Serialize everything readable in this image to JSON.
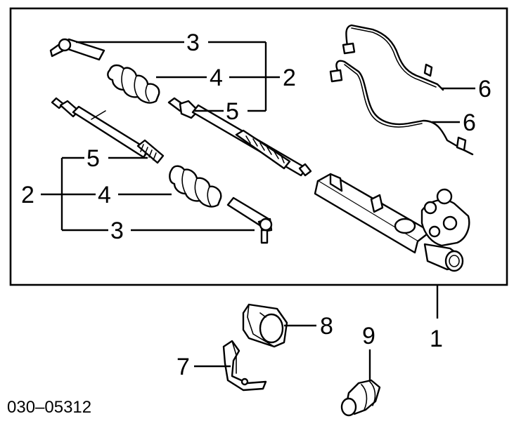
{
  "diagram_code": "030–05312",
  "callouts": {
    "c1": "1",
    "c2_top": "2",
    "c2_left": "2",
    "c3_top": "3",
    "c3_bottom": "3",
    "c4_top": "4",
    "c4_bottom": "4",
    "c5_top": "5",
    "c5_bottom": "5",
    "c6_top": "6",
    "c6_bottom": "6",
    "c7": "7",
    "c8": "8",
    "c9": "9"
  }
}
